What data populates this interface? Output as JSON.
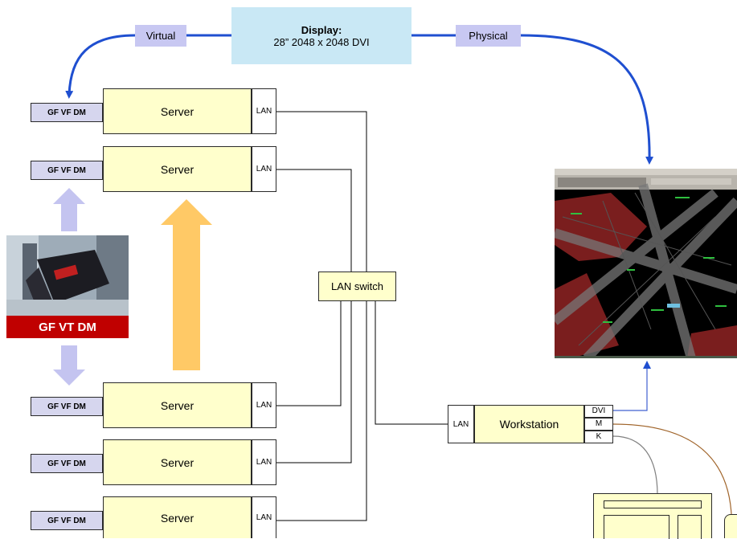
{
  "top": {
    "virtual_label": "Virtual",
    "physical_label": "Physical",
    "display_title": "Display:",
    "display_spec": "28” 2048 x 2048 DVI"
  },
  "servers": [
    {
      "dm_label": "GF VF DM",
      "label": "Server",
      "lan": "LAN"
    },
    {
      "dm_label": "GF VF DM",
      "label": "Server",
      "lan": "LAN"
    },
    {
      "dm_label": "GF VF DM",
      "label": "Server",
      "lan": "LAN"
    },
    {
      "dm_label": "GF VF DM",
      "label": "Server",
      "lan": "LAN"
    },
    {
      "dm_label": "GF VF DM",
      "label": "Server",
      "lan": "LAN"
    }
  ],
  "gf_vt_dm_label": "GF VT DM",
  "lan_switch_label": "LAN switch",
  "workstation": {
    "lan": "LAN",
    "label": "Workstation",
    "ports": [
      "DVI",
      "M",
      "K"
    ]
  },
  "colors": {
    "server_fill": "#ffffcc",
    "dm_fill": "#d6d6ee",
    "label_fill": "#c8c8f2",
    "display_fill": "#c9e8f5",
    "arrow_blue": "#1f4fd0",
    "orange_arrow": "#ffc966",
    "lavender_arrow": "#c4c4f0",
    "red_banner": "#c00000"
  }
}
